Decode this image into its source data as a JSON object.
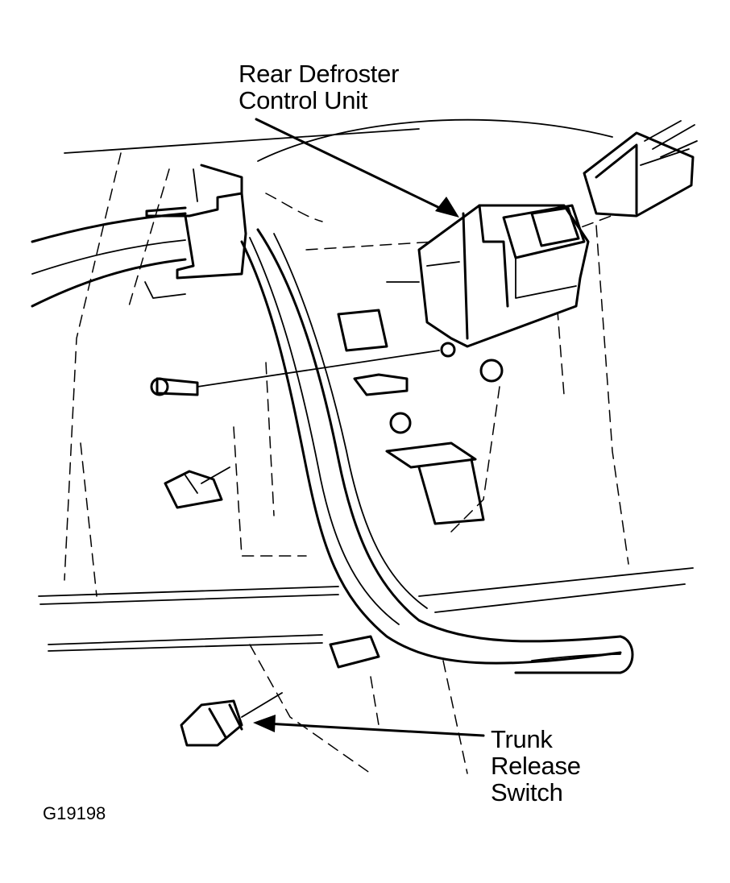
{
  "labels": {
    "defroster_line1": "Rear Defroster",
    "defroster_line2": "Control Unit",
    "trunk_line1": "Trunk",
    "trunk_line2": "Release",
    "trunk_line3": "Switch",
    "figure_code": "G19198"
  }
}
